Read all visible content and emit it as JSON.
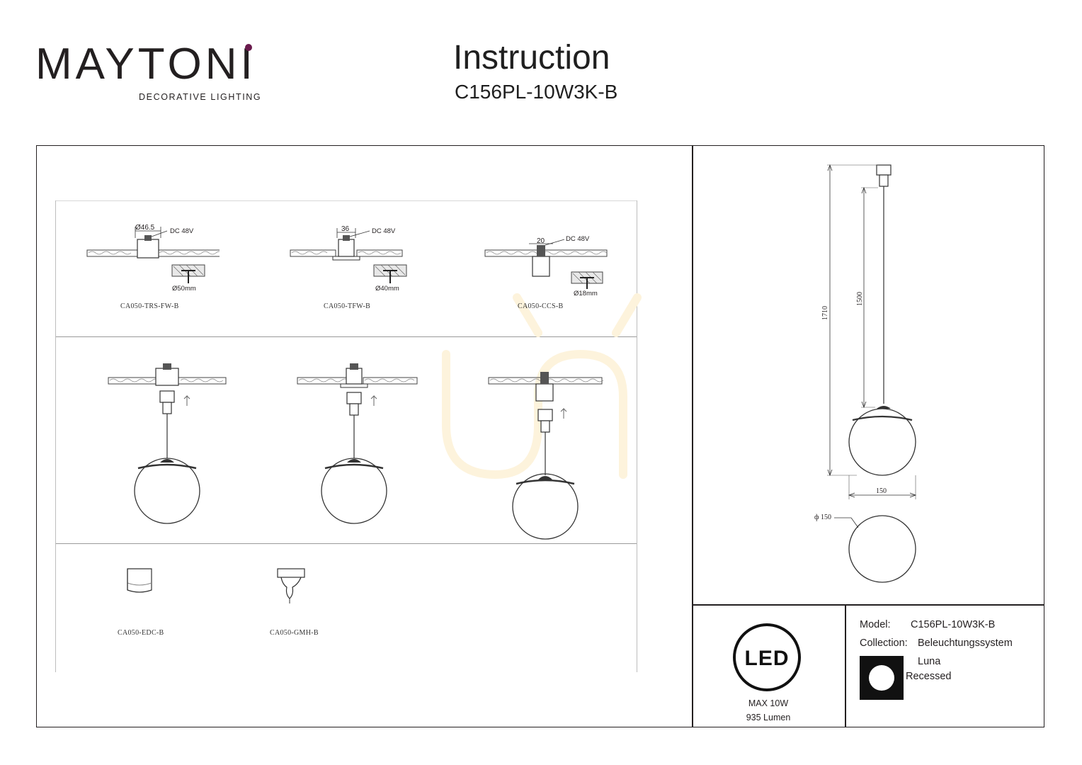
{
  "brand": {
    "name": "MAYTONI",
    "tagline": "DECORATIVE LIGHTING",
    "accent_color": "#6a1b4d"
  },
  "header": {
    "title": "Instruction",
    "model": "C156PL-10W3K-B"
  },
  "mounting": [
    {
      "code": "CA050-TRS-FW-B",
      "dimension": "Ø46.5",
      "voltage": "DC 48V",
      "hole": "Ø50mm"
    },
    {
      "code": "CA050-TFW-B",
      "dimension": "36",
      "voltage": "DC 48V",
      "hole": "Ø40mm"
    },
    {
      "code": "CA050-CCS-B",
      "dimension": "20",
      "voltage": "DC 48V",
      "hole": "Ø18mm"
    }
  ],
  "accessories": [
    {
      "code": "CA050-EDC-B"
    },
    {
      "code": "CA050-GMH-B"
    }
  ],
  "dimensions": {
    "total_height": "1710",
    "cable_length": "1500",
    "width": "150",
    "diameter": "ф 150"
  },
  "led": {
    "badge": "LED",
    "power": "MAX 10W",
    "flux": "935 Lumen"
  },
  "specs": {
    "model_label": "Model:",
    "model_value": "C156PL-10W3K-B",
    "collection_label": "Collection:",
    "collection_value": "Beleuchtungssystem",
    "series": "Luna",
    "mount_type": "Recessed"
  }
}
